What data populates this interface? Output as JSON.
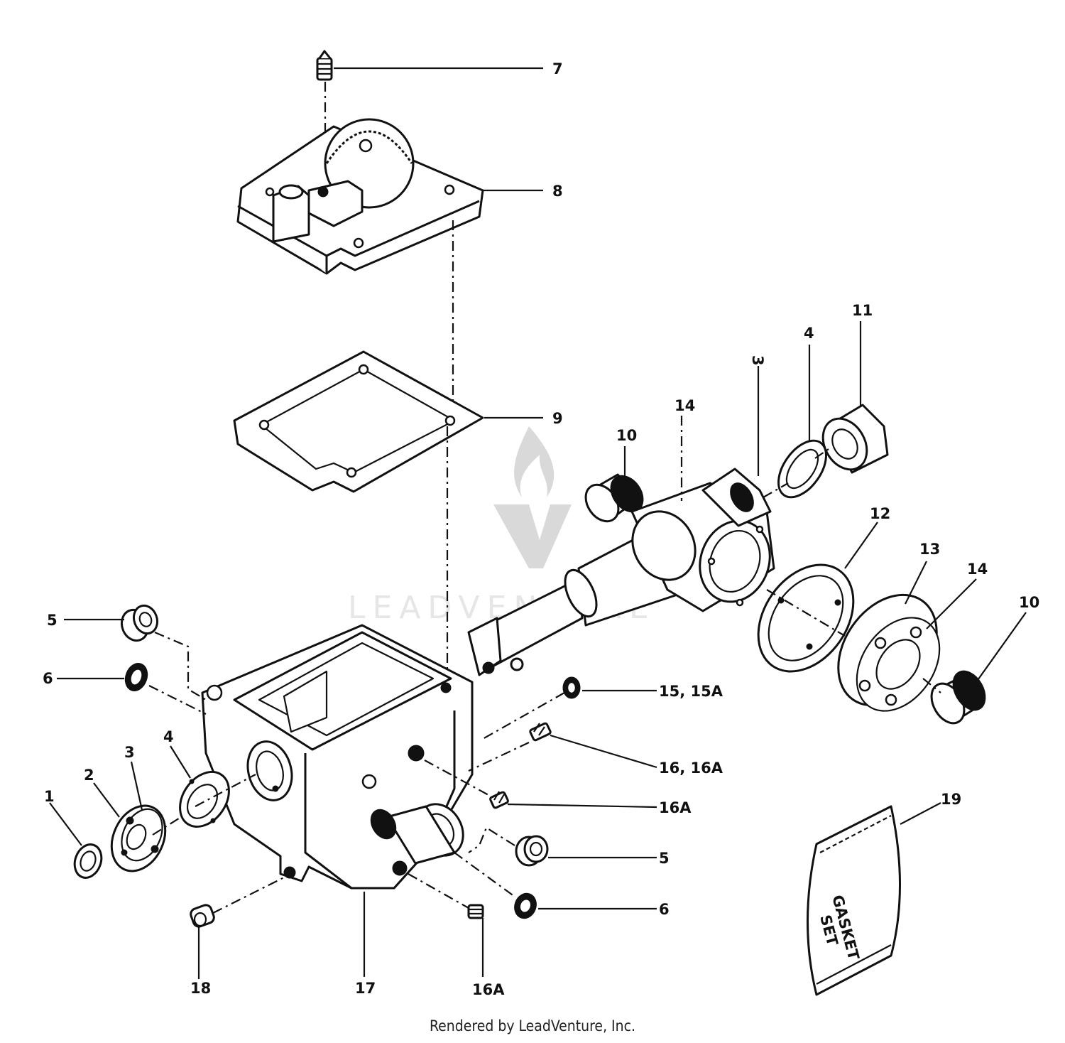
{
  "callouts": {
    "c1": "1",
    "c2": "2",
    "c3_left": "3",
    "c3_right": "3",
    "c4_left": "4",
    "c4_right": "4",
    "c5_left": "5",
    "c5_right": "5",
    "c6_left": "6",
    "c6_right": "6",
    "c7": "7",
    "c8": "8",
    "c9": "9",
    "c10_left": "10",
    "c10_right": "10",
    "c11": "11",
    "c12": "12",
    "c13": "13",
    "c14_top": "14",
    "c14_right": "14",
    "c15": "15, 15A",
    "c16": "16, 16A",
    "c16a_mid": "16A",
    "c16a_bottom": "16A",
    "c17": "17",
    "c18": "18",
    "c19": "19"
  },
  "gasket_set_label": [
    "GASKET",
    "SET"
  ],
  "watermark": "LEADVENTURE",
  "footer": "Rendered by LeadVenture, Inc."
}
